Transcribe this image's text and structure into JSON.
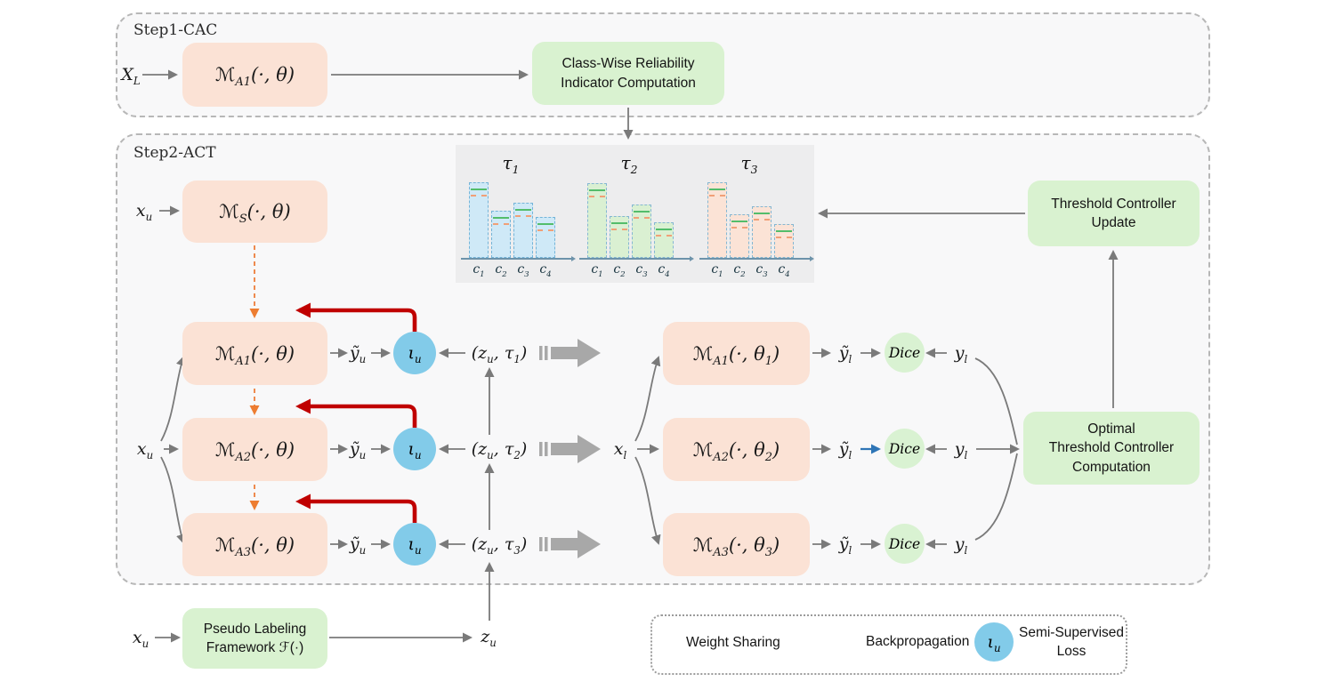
{
  "step1": {
    "label": "Step1-CAC",
    "input": {
      "p1": "X",
      "s1": "L"
    },
    "model": {
      "p1": "ℳ",
      "s1": "A1",
      "p2": "(·, θ)"
    },
    "output_box": [
      "Class-Wise Reliability",
      "Indicator Computation"
    ]
  },
  "step2": {
    "label": "Step2-ACT",
    "student": {
      "input": {
        "p1": "x",
        "s1": "u"
      },
      "model": {
        "p1": "ℳ",
        "s1": "S",
        "p2": "(·, θ)"
      }
    },
    "unlabeled_input": {
      "p1": "x",
      "s1": "u"
    },
    "labeled_input": {
      "p1": "x",
      "s1": "l"
    },
    "left_rows": [
      {
        "model": {
          "p1": "ℳ",
          "s1": "A1",
          "p2": "(·, θ)"
        },
        "pred": {
          "p1": "ỹ",
          "s1": "u"
        },
        "loss": {
          "p1": "ι",
          "s1": "u"
        },
        "pair": {
          "p1": "(z",
          "s1": "u",
          "p2": ", τ",
          "s2": "1",
          "p3": ")"
        }
      },
      {
        "model": {
          "p1": "ℳ",
          "s1": "A2",
          "p2": "(·, θ)"
        },
        "pred": {
          "p1": "ỹ",
          "s1": "u"
        },
        "loss": {
          "p1": "ι",
          "s1": "u"
        },
        "pair": {
          "p1": "(z",
          "s1": "u",
          "p2": ", τ",
          "s2": "2",
          "p3": ")"
        }
      },
      {
        "model": {
          "p1": "ℳ",
          "s1": "A3",
          "p2": "(·, θ)"
        },
        "pred": {
          "p1": "ỹ",
          "s1": "u"
        },
        "loss": {
          "p1": "ι",
          "s1": "u"
        },
        "pair": {
          "p1": "(z",
          "s1": "u",
          "p2": ", τ",
          "s2": "3",
          "p3": ")"
        }
      }
    ],
    "right_rows": [
      {
        "model": {
          "p1": "ℳ",
          "s1": "A1",
          "p2": "(·, θ",
          "s2": "1",
          "p3": ")"
        },
        "pred": {
          "p1": "ỹ",
          "s1": "l"
        },
        "metric": "Dice",
        "gt": {
          "p1": "y",
          "s1": "l"
        }
      },
      {
        "model": {
          "p1": "ℳ",
          "s1": "A2",
          "p2": "(·, θ",
          "s2": "2",
          "p3": ")"
        },
        "pred": {
          "p1": "ỹ",
          "s1": "l"
        },
        "metric": "Dice",
        "gt": {
          "p1": "y",
          "s1": "l"
        }
      },
      {
        "model": {
          "p1": "ℳ",
          "s1": "A3",
          "p2": "(·, θ",
          "s2": "3",
          "p3": ")"
        },
        "pred": {
          "p1": "ỹ",
          "s1": "l"
        },
        "metric": "Dice",
        "gt": {
          "p1": "y",
          "s1": "l"
        }
      }
    ],
    "threshold_update_box": [
      "Threshold Controller",
      "Update"
    ],
    "optimal_box": [
      "Optimal",
      "Threshold Controller",
      "Computation"
    ]
  },
  "chart_data": [
    {
      "type": "bar",
      "title": "τ1",
      "categories": [
        "c1",
        "c2",
        "c3",
        "c4"
      ],
      "values": [
        0.89,
        0.56,
        0.65,
        0.48
      ],
      "ylim": [
        0,
        1
      ],
      "bar_color": "#cfe9f7",
      "border_color": "#74b4d8",
      "marker_lines": [
        "solid-green-threshold",
        "dashed-orange-indicator"
      ]
    },
    {
      "type": "bar",
      "title": "τ2",
      "categories": [
        "c1",
        "c2",
        "c3",
        "c4"
      ],
      "values": [
        0.88,
        0.49,
        0.63,
        0.42
      ],
      "ylim": [
        0,
        1
      ],
      "bar_color": "#daf0d2",
      "border_color": "#85b7d2",
      "marker_lines": [
        "solid-green-threshold",
        "dashed-orange-indicator"
      ]
    },
    {
      "type": "bar",
      "title": "τ3",
      "categories": [
        "c1",
        "c2",
        "c3",
        "c4"
      ],
      "values": [
        0.89,
        0.52,
        0.61,
        0.4
      ],
      "ylim": [
        0,
        1
      ],
      "bar_color": "#fbe3d6",
      "border_color": "#85b7d2",
      "marker_lines": [
        "solid-green-threshold",
        "dashed-orange-indicator"
      ]
    }
  ],
  "bottom": {
    "input": {
      "p1": "x",
      "s1": "u"
    },
    "box": [
      "Pseudo Labeling",
      "Framework ℱ(·)"
    ],
    "output": {
      "p1": "z",
      "s1": "u"
    }
  },
  "legend": {
    "weight_sharing": "Weight Sharing",
    "backpropagation": "Backpropagation",
    "loss_symbol": {
      "p1": "ι",
      "s1": "u"
    },
    "semi_supervised": [
      "Semi-Supervised",
      "Loss"
    ]
  },
  "colors": {
    "model_box_peach": "#fbe2d5",
    "green_box": "#d9f2d0",
    "loss_circle_blue": "#82cbe9",
    "dice_circle_green": "#d9f2d2",
    "backprop_red": "#c00000",
    "weight_share_orange": "#ed7d31",
    "arrow_gray": "#7a7a7a",
    "dice_arrow_blue": "#2e75b6",
    "bar_threshold_green": "#53bd6b",
    "bar_indicator_orange": "#f0a078",
    "panel_bg": "#f8f8f9",
    "chart_panel_bg": "#ededee"
  }
}
